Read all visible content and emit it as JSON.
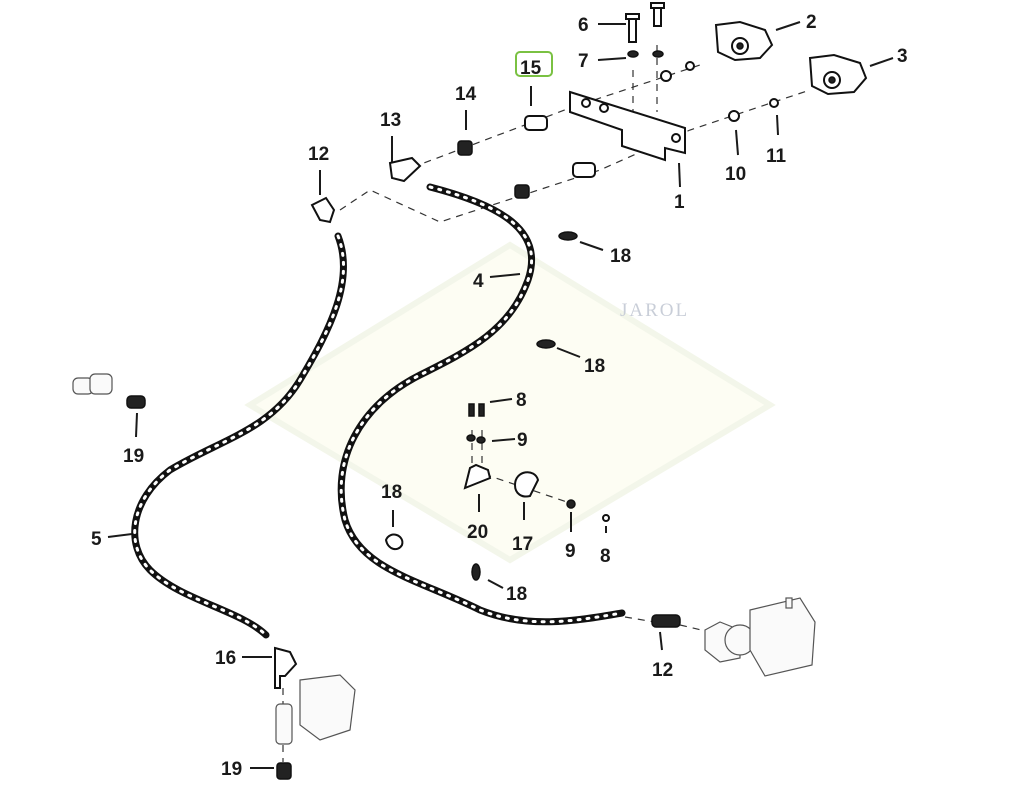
{
  "diagram": {
    "type": "exploded parts diagram",
    "watermark": "JAROL",
    "highlight_color": "#7ac142",
    "highlighted_callout": "15",
    "callouts": [
      {
        "id": "c1",
        "label": "1"
      },
      {
        "id": "c2",
        "label": "2"
      },
      {
        "id": "c3",
        "label": "3"
      },
      {
        "id": "c4",
        "label": "4"
      },
      {
        "id": "c5",
        "label": "5"
      },
      {
        "id": "c6",
        "label": "6"
      },
      {
        "id": "c7",
        "label": "7"
      },
      {
        "id": "c8a",
        "label": "8"
      },
      {
        "id": "c8b",
        "label": "8"
      },
      {
        "id": "c9a",
        "label": "9"
      },
      {
        "id": "c9b",
        "label": "9"
      },
      {
        "id": "c10",
        "label": "10"
      },
      {
        "id": "c11",
        "label": "11"
      },
      {
        "id": "c12a",
        "label": "12"
      },
      {
        "id": "c12b",
        "label": "12"
      },
      {
        "id": "c13",
        "label": "13"
      },
      {
        "id": "c14",
        "label": "14"
      },
      {
        "id": "c15",
        "label": "15"
      },
      {
        "id": "c16",
        "label": "16"
      },
      {
        "id": "c17",
        "label": "17"
      },
      {
        "id": "c18a",
        "label": "18"
      },
      {
        "id": "c18b",
        "label": "18"
      },
      {
        "id": "c18c",
        "label": "18"
      },
      {
        "id": "c18d",
        "label": "18"
      },
      {
        "id": "c19a",
        "label": "19"
      },
      {
        "id": "c19b",
        "label": "19"
      },
      {
        "id": "c20",
        "label": "20"
      }
    ]
  }
}
